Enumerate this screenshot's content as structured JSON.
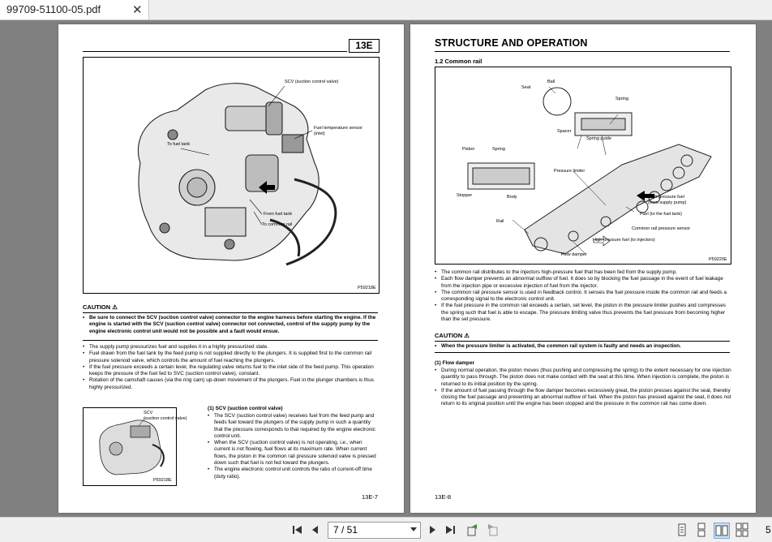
{
  "tab": {
    "title": "99709-51100-05.pdf",
    "close": "✕"
  },
  "left_page": {
    "section_code": "13E",
    "figure1": {
      "labels": {
        "scv": "SCV (suction control valve)",
        "fuel_temp": "Fuel temperature sensor",
        "fuel_temp_inlet": "(inlet)",
        "to_fuel_tank": "To fuel tank",
        "from_fuel_tank": "From fuel tank",
        "to_common_rail": "To common rail"
      },
      "code": "P59218E"
    },
    "caution_title": "CAUTION ⚠",
    "caution_items": [
      "Be sure to connect the SCV (suction control valve) connector to the engine harness before starting the engine. If the engine is started with the SCV (suction control valve) connector not connected, control of the supply pump by the engine electronic control unit would not be possible and a fault would ensue."
    ],
    "bullets": [
      "The supply pump pressurizes fuel and supplies it in a highly pressurized state.",
      "Fuel drawn from the fuel tank by the feed pump is not supplied directly to the plungers. It is supplied first to the common rail pressure solenoid valve, which controls the amount of fuel reaching the plungers.",
      "If the fuel pressure exceeds a certain level, the regulating valve returns fuel to the inlet side of the feed pump. This operation keeps the pressure of the fuel fed to SVC (suction control valve), constant.",
      "Rotation of the camshaft causes (via the ring cam) up-down movement of the plungers. Fuel in the plunger chambers is thus highly pressurized."
    ],
    "figure2": {
      "label1": "SCV",
      "label2": "(suction control valve)",
      "code": "P59218E"
    },
    "scv_title": "(1) SCV (suction control valve)",
    "scv_bullets": [
      "The SCV (suction control valve) receives fuel from the feed pump and feeds fuel toward the plungers of the supply pump in such a quantity that the pressure corresponds to that required by the engine electronic control unit.",
      "When the SCV (suction control valve) is not operating, i.e., when current is not flowing, fuel flows at its maximum rate. When current flows, the piston in the common rail pressure solenoid valve is pressed down such that fuel is not fed toward the plungers.",
      "The engine electronic control unit controls the ratio of current-off time (duty ratio)."
    ],
    "page_number": "13E-7"
  },
  "right_page": {
    "title": "STRUCTURE AND OPERATION",
    "subtitle": "1.2  Common rail",
    "figure": {
      "labels": {
        "seat": "Seat",
        "ball": "Ball",
        "spring_top": "Spring",
        "spacer": "Spacer",
        "spring_guide": "Spring guide",
        "piston": "Piston",
        "spring_left": "Spring",
        "stopper": "Stopper",
        "body": "Body",
        "pressure_limiter": "Pressure limiter",
        "high_pressure_fuel_in": "High-pressure fuel",
        "from_supply_pump": "(from supply pump)",
        "fuel_to_tank": "Fuel (to the fuel tank)",
        "rail": "Rail",
        "common_rail_sensor": "Common rail pressure sensor",
        "high_pressure_to_injectors": "High-pressure fuel (to injectors)",
        "flow_damper": "Flow damper"
      },
      "code": "P59220E"
    },
    "bullets": [
      "The common rail distributes to the injectors high-pressure fuel that has been fed from the supply pump.",
      "Each flow damper prevents an abnormal outflow of fuel. It does so by blocking the fuel passage in the event of fuel leakage from the injection pipe or excessive injection of fuel from the injector.",
      "The common rail pressure sensor is used in feedback control. It senses the fuel pressure inside the common rail and feeds a corresponding signal to the electronic control unit.",
      "If the fuel pressure in the common rail exceeds a certain, set level, the piston in the pressure limiter pushes and compresses the spring such that fuel is able to escape. The pressure limiting valve thus prevents the fuel pressure from becoming higher than the set pressure."
    ],
    "caution_title": "CAUTION ⚠",
    "caution_items": [
      "When the pressure limiter is activated, the common rail system is faulty and needs an inspection."
    ],
    "flow_damper_title": "(1) Flow damper",
    "flow_damper_bullets": [
      "During normal operation, the piston moves (thus pushing and compressing the spring) to the extent necessary for one injection quantity to pass through. The piston does not make contact with the seat at this time. When injection is complete, the piston is returned to its initial position by the spring.",
      "If the amount of fuel passing through the flow damper becomes excessively great, the piston presses against the seat, thereby closing the fuel passage and preventing an abnormal outflow of fuel. When the piston has pressed against the seat, it does not return to its original position until the engine has been stopped and the pressure in the common rail has come down."
    ],
    "page_number": "13E-8"
  },
  "toolbar": {
    "page_indicator": "7 / 51",
    "zoom_partial": "5",
    "icons": [
      "first-page-icon",
      "prev-page-icon",
      "next-page-icon",
      "last-page-icon",
      "prev-view-icon",
      "next-view-icon",
      "single-page-icon",
      "continuous-icon",
      "facing-icon",
      "continuous-facing-icon"
    ]
  }
}
